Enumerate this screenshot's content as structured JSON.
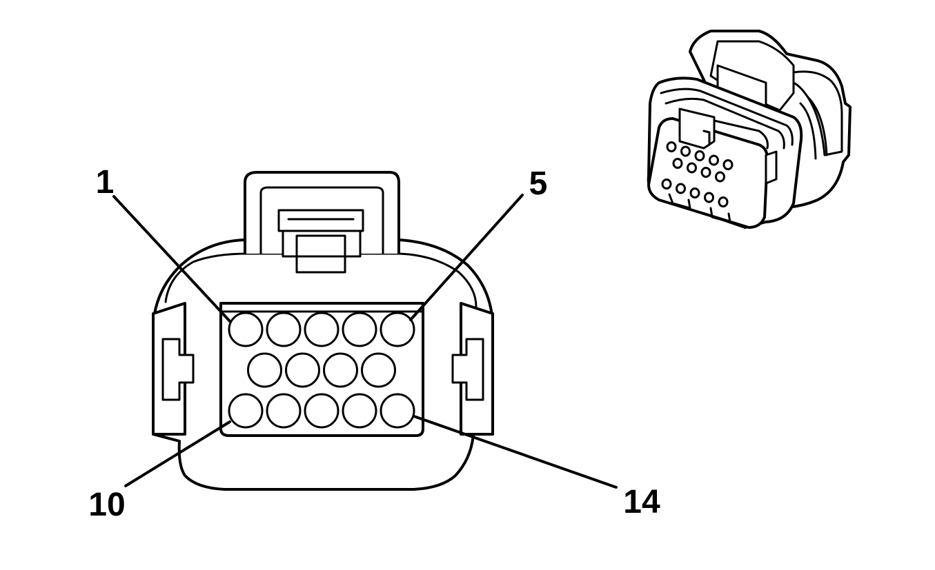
{
  "diagram": {
    "type": "connector-face-view",
    "pin_count": 14,
    "pin_rows": [
      {
        "row": "top",
        "pins": 5
      },
      {
        "row": "middle",
        "pins": 4
      },
      {
        "row": "bottom",
        "pins": 5
      }
    ],
    "callouts": [
      {
        "id": "pin-1",
        "label": "1"
      },
      {
        "id": "pin-5",
        "label": "5"
      },
      {
        "id": "pin-10",
        "label": "10"
      },
      {
        "id": "pin-14",
        "label": "14"
      }
    ],
    "inset": "connector-isometric-view",
    "colors": {
      "stroke": "#000000",
      "background": "#ffffff"
    }
  }
}
